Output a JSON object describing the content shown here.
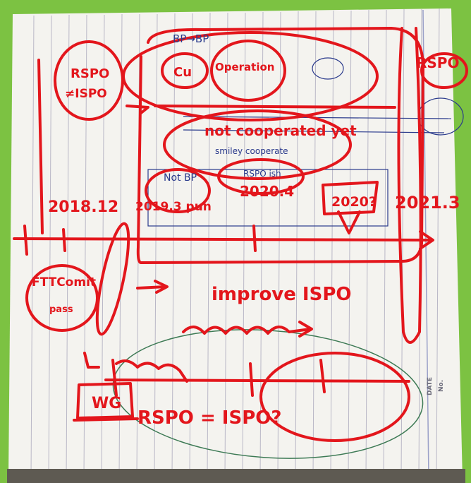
{
  "photo": {
    "subject": "notebook-sketch",
    "frame_color": "#7cc242",
    "paper_color": "#f4f3ef",
    "red_ink": "#e3161c",
    "blue_ink": "#2a3a8c",
    "green_ink": "#3d7a55"
  },
  "sketch": {
    "box_top_left": "RSPO",
    "box_top_left_sub": "≠ISPO",
    "label_top_right": "RSPO",
    "label_cu": "Cu",
    "label_operation": "Operation",
    "label_bp": "BP→BP",
    "label_not_cooperated": "not cooperated yet",
    "label_smiley_cooperate": "smiley cooperate",
    "label_not_bp": "Not BP",
    "label_rspo_ish": "RSPO ish",
    "label_2018": "2018.12",
    "label_2019": "2019.3 pun",
    "label_2020_4": "2020.4",
    "label_2020q": "2020?",
    "label_2021": "2021.3",
    "label_ftt": "FTTComit",
    "label_pass": "pass",
    "label_improve": "improve ISPO",
    "label_wg": "WG",
    "label_equation": "RSPO = ISPO?",
    "label_date": "DATE",
    "label_no": "No."
  }
}
